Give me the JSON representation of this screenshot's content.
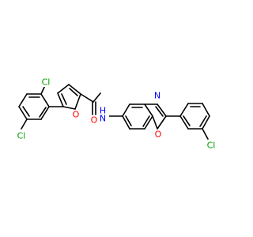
{
  "atom_labels": {
    "cl_top": "Cl",
    "cl_left": "Cl",
    "cl_right": "Cl",
    "o_furan": "O",
    "o_carbonyl": "O",
    "n_amide": "N",
    "h_amide": "H",
    "n_oxazole": "N",
    "o_oxazole": "O"
  },
  "colors": {
    "bond": "#000000",
    "oxygen": "#ff0000",
    "nitrogen": "#0000ff",
    "chlorine": "#00a000",
    "background": "#ffffff"
  }
}
